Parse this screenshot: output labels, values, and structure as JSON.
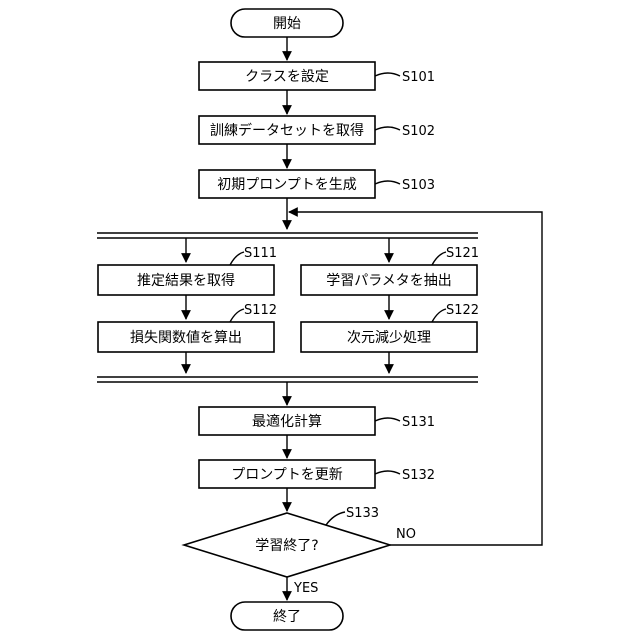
{
  "flowchart": {
    "start": "開始",
    "end": "終了",
    "steps": {
      "s101": {
        "label": "クラスを設定",
        "id": "S101"
      },
      "s102": {
        "label": "訓練データセットを取得",
        "id": "S102"
      },
      "s103": {
        "label": "初期プロンプトを生成",
        "id": "S103"
      },
      "s111": {
        "label": "推定結果を取得",
        "id": "S111"
      },
      "s112": {
        "label": "損失関数値を算出",
        "id": "S112"
      },
      "s121": {
        "label": "学習パラメタを抽出",
        "id": "S121"
      },
      "s122": {
        "label": "次元減少処理",
        "id": "S122"
      },
      "s131": {
        "label": "最適化計算",
        "id": "S131"
      },
      "s132": {
        "label": "プロンプトを更新",
        "id": "S132"
      }
    },
    "decision": {
      "label": "学習終了?",
      "id": "S133",
      "yes": "YES",
      "no": "NO"
    }
  }
}
